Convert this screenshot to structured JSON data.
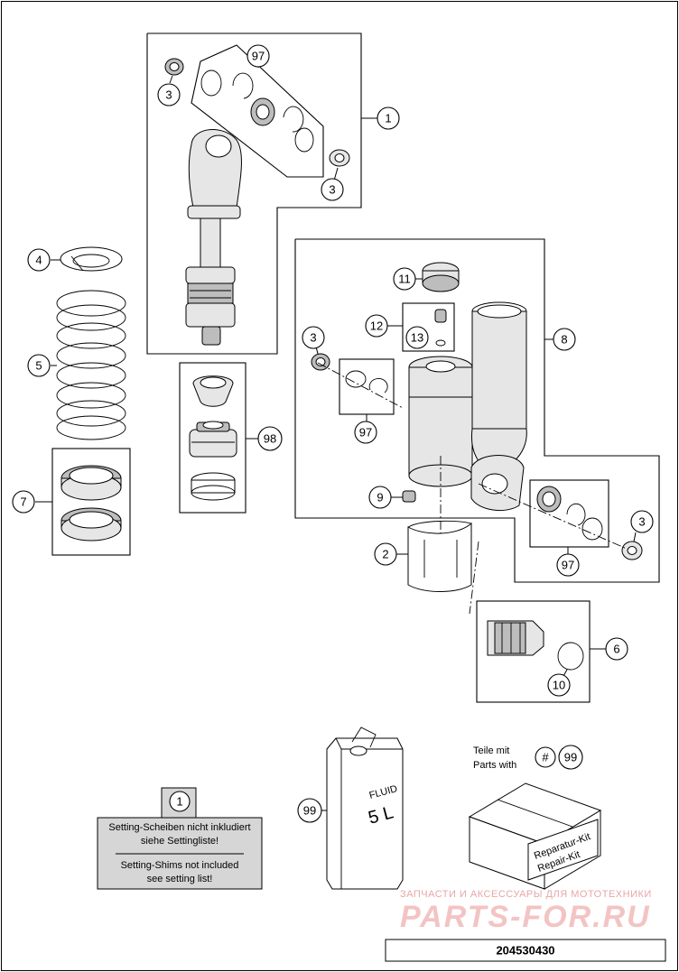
{
  "callouts": {
    "c1_top": "1",
    "c3_a": "3",
    "c3_b": "3",
    "c97_top": "97",
    "c4": "4",
    "c5": "5",
    "c7": "7",
    "c98": "98",
    "c11": "11",
    "c12": "12",
    "c13": "13",
    "c8": "8",
    "c3_c": "3",
    "c97_mid": "97",
    "c9": "9",
    "c2": "2",
    "c3_d": "3",
    "c97_right": "97",
    "c6": "6",
    "c10": "10",
    "c99_can": "99",
    "c99_kit": "99",
    "c1_note": "1"
  },
  "kit_legend": {
    "line1": "Teile mit",
    "line2": "Parts with",
    "hash": "#"
  },
  "fluid_can": {
    "label": "FLUID",
    "volume": "5 L"
  },
  "repair_kit": {
    "line1": "Reparatur-Kit",
    "line2": "Repair-Kit"
  },
  "note": {
    "de_line1": "Setting-Scheiben nicht inkludiert",
    "de_line2": "siehe Settingliste!",
    "en_line1": "Setting-Shims not included",
    "en_line2": "see setting list!"
  },
  "watermark": {
    "line1": "ЗАПЧАСТИ И АКСЕССУАРЫ ДЛЯ МОТОТЕХНИКИ",
    "line2": "PARTS-FOR.RU"
  },
  "figure_number": "204530430",
  "colors": {
    "line": "#000000",
    "part_fill": "#e6e6e6",
    "note_fill": "#d6d6d6",
    "watermark": "#e8a7a7"
  }
}
